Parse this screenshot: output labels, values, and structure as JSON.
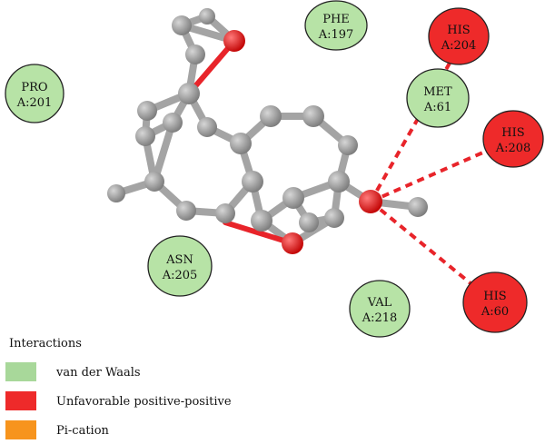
{
  "residues": [
    {
      "id": "pro201",
      "name": "PRO",
      "num": "A:201",
      "type": "vdw"
    },
    {
      "id": "phe197",
      "name": "PHE",
      "num": "A:197",
      "type": "vdw"
    },
    {
      "id": "his204",
      "name": "HIS",
      "num": "A:204",
      "type": "unfav"
    },
    {
      "id": "met61",
      "name": "MET",
      "num": "A:61",
      "type": "vdw"
    },
    {
      "id": "his208",
      "name": "HIS",
      "num": "A:208",
      "type": "unfav"
    },
    {
      "id": "asn205",
      "name": "ASN",
      "num": "A:205",
      "type": "vdw"
    },
    {
      "id": "val218",
      "name": "VAL",
      "num": "A:218",
      "type": "vdw"
    },
    {
      "id": "his60",
      "name": "HIS",
      "num": "A:60",
      "type": "unfav"
    }
  ],
  "legend": {
    "title": "Interactions",
    "items": [
      {
        "label": "van der Waals",
        "color": "#a8d89a"
      },
      {
        "label": "Unfavorable positive-positive",
        "color": "#ee2a2a"
      },
      {
        "label": "Pi-cation",
        "color": "#f7941d"
      }
    ]
  },
  "colors": {
    "vdw": "#b7e3a6",
    "unfav": "#ee2a2a",
    "carbon": "#999999",
    "oxygen": "#e8242a",
    "bond": "#a4a4a4",
    "interaction": "#e8242a"
  }
}
